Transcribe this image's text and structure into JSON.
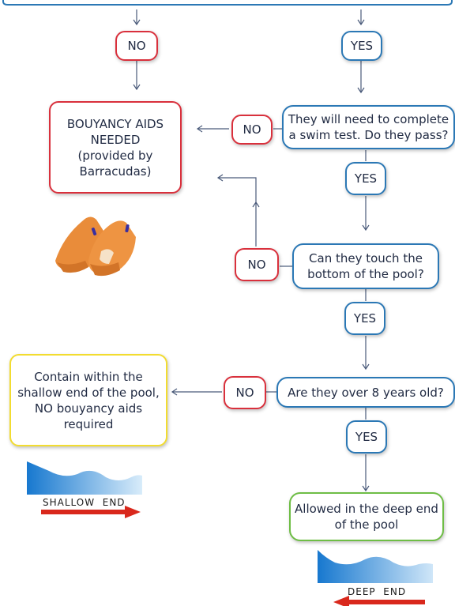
{
  "top_branch": {
    "no": "NO",
    "yes": "YES"
  },
  "swim_test": {
    "question": "They will need to complete\na swim test. Do they pass?",
    "yes": "YES",
    "no": "NO"
  },
  "buoyancy_box": {
    "text": "BOUYANCY AIDS\nNEEDED\n(provided by\nBarracudas)"
  },
  "touch_bottom": {
    "question": "Can they touch the\nbottom of the pool?",
    "yes": "YES",
    "no": "NO"
  },
  "age_check": {
    "question": "Are they over 8 years old?",
    "yes": "YES",
    "no": "NO"
  },
  "shallow_box": {
    "text": "Contain within the\nshallow end of the pool,\nNO bouyancy aids\nrequired"
  },
  "deep_box": {
    "text": "Allowed in the deep end\nof the pool"
  },
  "shallow_end": {
    "label": "SHALLOW  END"
  },
  "deep_end": {
    "label": "DEEP  END"
  },
  "colors": {
    "blue": "#2b78b5",
    "red": "#d9303c",
    "yellow": "#f2dc30",
    "green": "#6ebd45",
    "arrow": "#d9281c",
    "water": "#1f86d6",
    "armband": "#e98c3a"
  }
}
